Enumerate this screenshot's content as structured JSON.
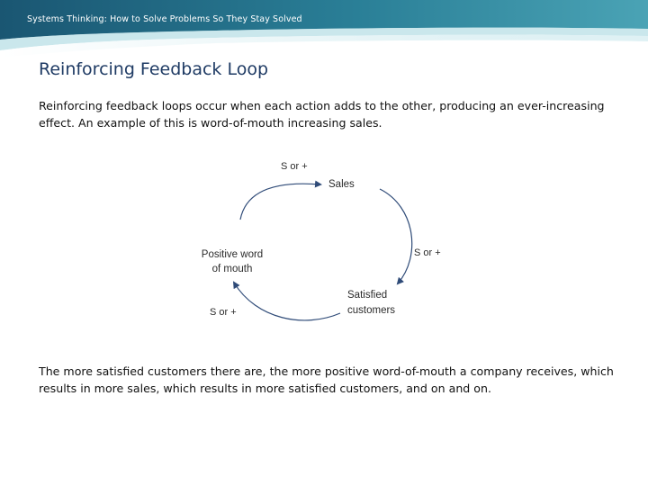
{
  "header": {
    "deck_title": "Systems Thinking: How to Solve Problems So They Stay Solved"
  },
  "slide": {
    "title": "Reinforcing Feedback Loop",
    "intro": "Reinforcing feedback loops occur when each action adds to the other, producing an ever-increasing effect. An example of this is word-of-mouth increasing sales.",
    "outro": "The more satisfied customers there are, the more positive word-of-mouth a company receives, which results in more sales, which results in more satisfied customers, and on and on."
  },
  "diagram": {
    "nodes": {
      "sales": "Sales",
      "satisfied_line1": "Satisfied",
      "satisfied_line2": "customers",
      "word_line1": "Positive word",
      "word_line2": "of mouth"
    },
    "link_polarity": {
      "word_to_sales": "S or +",
      "sales_to_satisfied": "S or +",
      "satisfied_to_word": "S or +"
    }
  },
  "colors": {
    "arrow": "#2f4b78",
    "title": "#1f3b64",
    "header_dark": "#1d5e79",
    "header_light": "#7fc3cf"
  }
}
